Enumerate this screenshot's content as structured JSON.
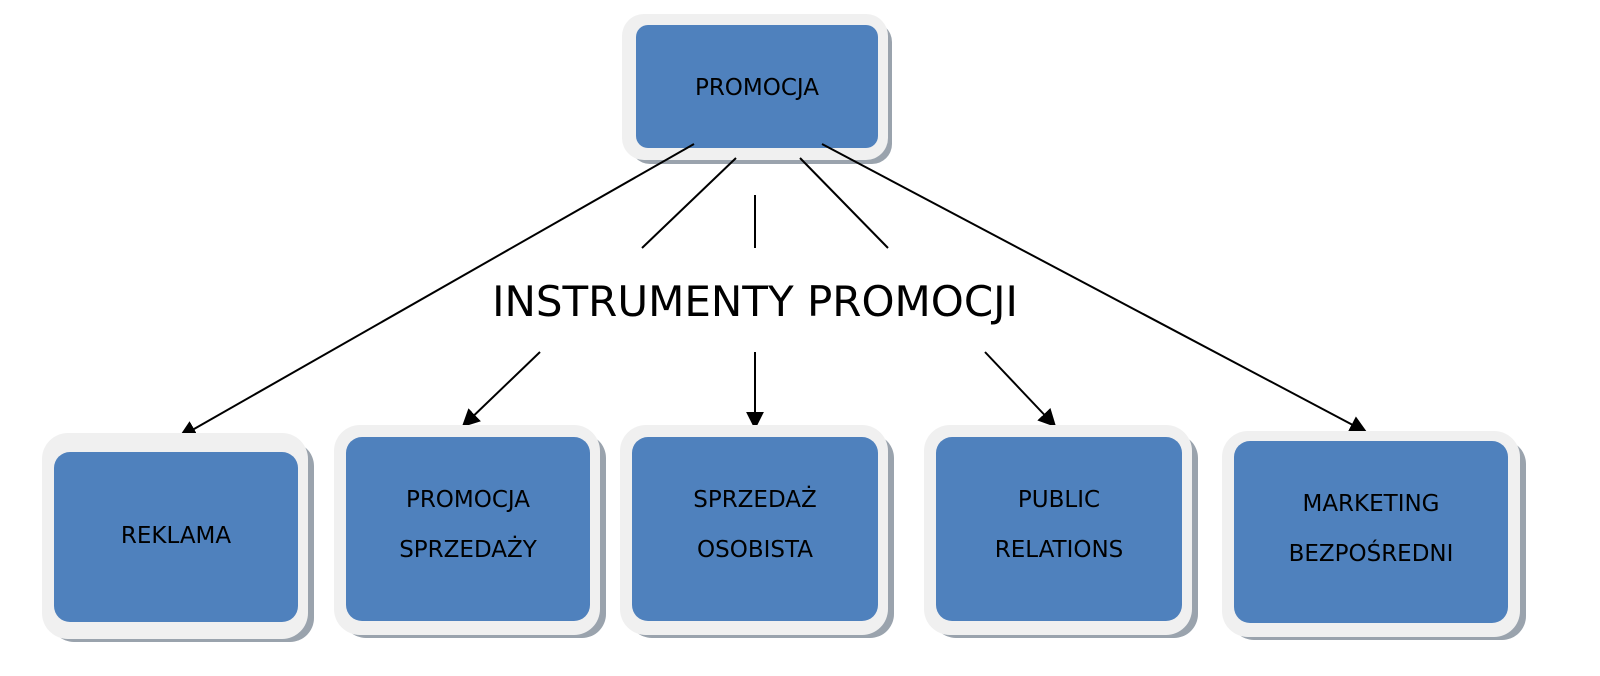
{
  "diagram": {
    "root": {
      "label": "PROMOCJA"
    },
    "center_label": "INSTRUMENTY PROMOCJI",
    "children": [
      {
        "lines": [
          "REKLAMA"
        ]
      },
      {
        "lines": [
          "PROMOCJA",
          "SPRZEDAŻY"
        ]
      },
      {
        "lines": [
          "SPRZEDAŻ",
          "OSOBISTA"
        ]
      },
      {
        "lines": [
          "PUBLIC",
          "RELATIONS"
        ]
      },
      {
        "lines": [
          "MARKETING",
          "BEZPOŚREDNI"
        ]
      }
    ],
    "colors": {
      "box_fill": "#4f81bd",
      "box_border": "#f0f0f0",
      "shadow": "#9aa3ad",
      "line": "#000000"
    }
  }
}
